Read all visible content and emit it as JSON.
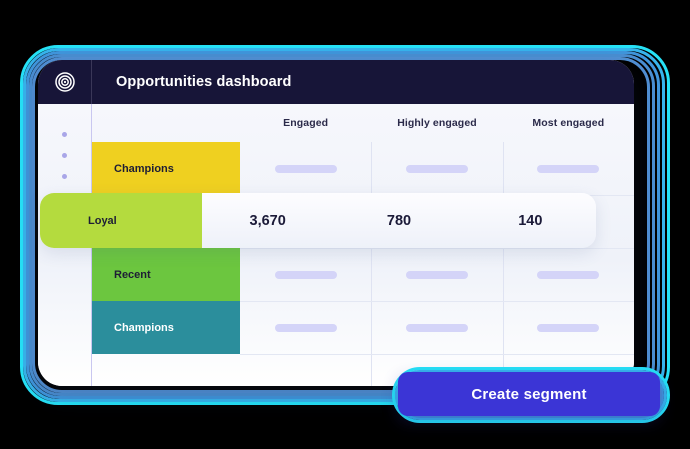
{
  "topbar": {
    "logo_icon": "target-icon",
    "title": "Opportunities dashboard"
  },
  "sidebar": {
    "dots": [
      "dot-1",
      "dot-2",
      "dot-3",
      "dot-4",
      "dot-5"
    ]
  },
  "table": {
    "columns": [
      "Engaged",
      "Highly engaged",
      "Most engaged"
    ],
    "rows": [
      {
        "label": "Champions",
        "color": "#EFD020",
        "text_color": "#1E1E35",
        "highlighted": false,
        "values": [
          "",
          "",
          ""
        ]
      },
      {
        "label": "Loyal",
        "color": "#B4DB3E",
        "text_color": "#1E1E35",
        "highlighted": true,
        "values": [
          "3,670",
          "780",
          "140"
        ]
      },
      {
        "label": "Recent",
        "color": "#6CC63F",
        "text_color": "#1E1E35",
        "highlighted": false,
        "values": [
          "",
          "",
          ""
        ]
      },
      {
        "label": "Champions",
        "color": "#2B8E9C",
        "text_color": "#FFFFFF",
        "highlighted": false,
        "values": [
          "",
          "",
          ""
        ]
      }
    ]
  },
  "actions": {
    "create_segment_label": "Create segment"
  },
  "colors": {
    "header_bg": "#171538",
    "button_bg": "#3B35D6",
    "outline_cyan": "#26E2F7",
    "outline_blue": "#4096DC",
    "placeholder_bar": "#D4D4F8",
    "rail_dot": "#A9A6E8"
  }
}
